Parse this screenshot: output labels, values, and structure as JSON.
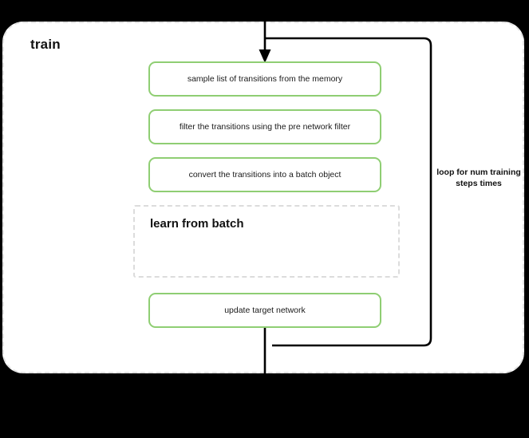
{
  "diagram": {
    "title": "train",
    "colors": {
      "step_border": "#8fce73",
      "container_border": "#e3e3e3",
      "subprocess_border": "#dcdcdc",
      "connector": "#000000",
      "canvas_background": "#000000",
      "surface": "#ffffff",
      "text": "#111111"
    },
    "steps": [
      {
        "id": "sample",
        "label": "sample list of transitions from the memory"
      },
      {
        "id": "filter",
        "label": "filter the transitions using the pre network filter"
      },
      {
        "id": "convert",
        "label": "convert the transitions into a batch object"
      },
      {
        "id": "update",
        "label": "update target network"
      }
    ],
    "subprocess": {
      "label": "learn from batch",
      "label_lines": [
        "learn from",
        "batch"
      ]
    },
    "loop": {
      "label": "loop for num training steps times",
      "label_lines": [
        "loop for num",
        "training steps",
        "times"
      ]
    }
  }
}
